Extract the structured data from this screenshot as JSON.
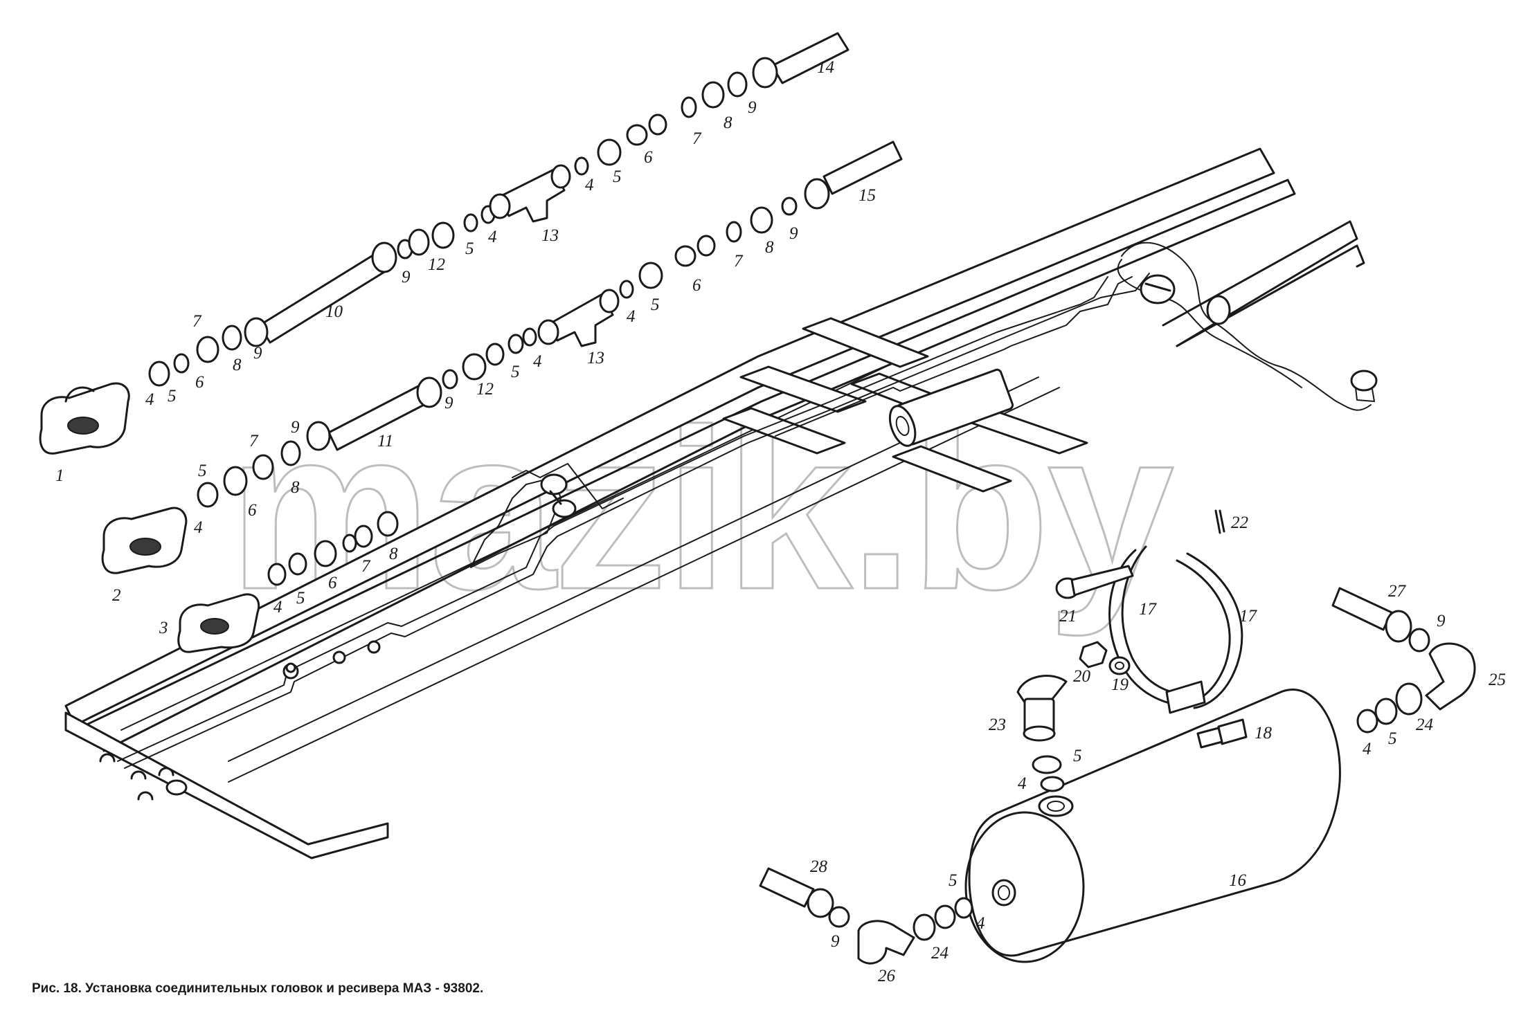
{
  "figure": {
    "caption": "Рис. 18. Установка соединительных головок и ресивера МАЗ - 93802.",
    "watermark": "mazik.by"
  },
  "callouts": [
    {
      "id": "c1",
      "text": "1"
    },
    {
      "id": "c2",
      "text": "2"
    },
    {
      "id": "c3",
      "text": "3"
    },
    {
      "id": "c4a",
      "text": "4"
    },
    {
      "id": "c5a",
      "text": "5"
    },
    {
      "id": "c6a",
      "text": "6"
    },
    {
      "id": "c7a",
      "text": "7"
    },
    {
      "id": "c8a",
      "text": "8"
    },
    {
      "id": "c9a",
      "text": "9"
    },
    {
      "id": "c10",
      "text": "10"
    },
    {
      "id": "c9b",
      "text": "9"
    },
    {
      "id": "c12a",
      "text": "12"
    },
    {
      "id": "c5b",
      "text": "5"
    },
    {
      "id": "c4b",
      "text": "4"
    },
    {
      "id": "c13a",
      "text": "13"
    },
    {
      "id": "c4c",
      "text": "4"
    },
    {
      "id": "c5c",
      "text": "5"
    },
    {
      "id": "c6b",
      "text": "6"
    },
    {
      "id": "c7b",
      "text": "7"
    },
    {
      "id": "c8b",
      "text": "8"
    },
    {
      "id": "c9c",
      "text": "9"
    },
    {
      "id": "c14",
      "text": "14"
    },
    {
      "id": "c15",
      "text": "15"
    },
    {
      "id": "c9d",
      "text": "9"
    },
    {
      "id": "c8c",
      "text": "8"
    },
    {
      "id": "c7c",
      "text": "7"
    },
    {
      "id": "c6c",
      "text": "6"
    },
    {
      "id": "c5d",
      "text": "5"
    },
    {
      "id": "c4d",
      "text": "4"
    },
    {
      "id": "c13b",
      "text": "13"
    },
    {
      "id": "c5e",
      "text": "5"
    },
    {
      "id": "c4e",
      "text": "4"
    },
    {
      "id": "c12b",
      "text": "12"
    },
    {
      "id": "c9e",
      "text": "9"
    },
    {
      "id": "c11",
      "text": "11"
    },
    {
      "id": "c7d",
      "text": "7"
    },
    {
      "id": "c9f",
      "text": "9"
    },
    {
      "id": "c5f",
      "text": "5"
    },
    {
      "id": "c4f",
      "text": "4"
    },
    {
      "id": "c6d",
      "text": "6"
    },
    {
      "id": "c8d",
      "text": "8"
    },
    {
      "id": "c4g",
      "text": "4"
    },
    {
      "id": "c5g",
      "text": "5"
    },
    {
      "id": "c6e",
      "text": "6"
    },
    {
      "id": "c7e",
      "text": "7"
    },
    {
      "id": "c8e",
      "text": "8"
    },
    {
      "id": "c22",
      "text": "22"
    },
    {
      "id": "c21",
      "text": "21"
    },
    {
      "id": "c17a",
      "text": "17"
    },
    {
      "id": "c17b",
      "text": "17"
    },
    {
      "id": "c20",
      "text": "20"
    },
    {
      "id": "c19",
      "text": "19"
    },
    {
      "id": "c23",
      "text": "23"
    },
    {
      "id": "c5h",
      "text": "5"
    },
    {
      "id": "c4h",
      "text": "4"
    },
    {
      "id": "c18",
      "text": "18"
    },
    {
      "id": "c27",
      "text": "27"
    },
    {
      "id": "c9g",
      "text": "9"
    },
    {
      "id": "c25",
      "text": "25"
    },
    {
      "id": "c24a",
      "text": "24"
    },
    {
      "id": "c5i",
      "text": "5"
    },
    {
      "id": "c4i",
      "text": "4"
    },
    {
      "id": "c16",
      "text": "16"
    },
    {
      "id": "c28",
      "text": "28"
    },
    {
      "id": "c9h",
      "text": "9"
    },
    {
      "id": "c26",
      "text": "26"
    },
    {
      "id": "c24b",
      "text": "24"
    },
    {
      "id": "c5j",
      "text": "5"
    },
    {
      "id": "c4j",
      "text": "4"
    }
  ]
}
